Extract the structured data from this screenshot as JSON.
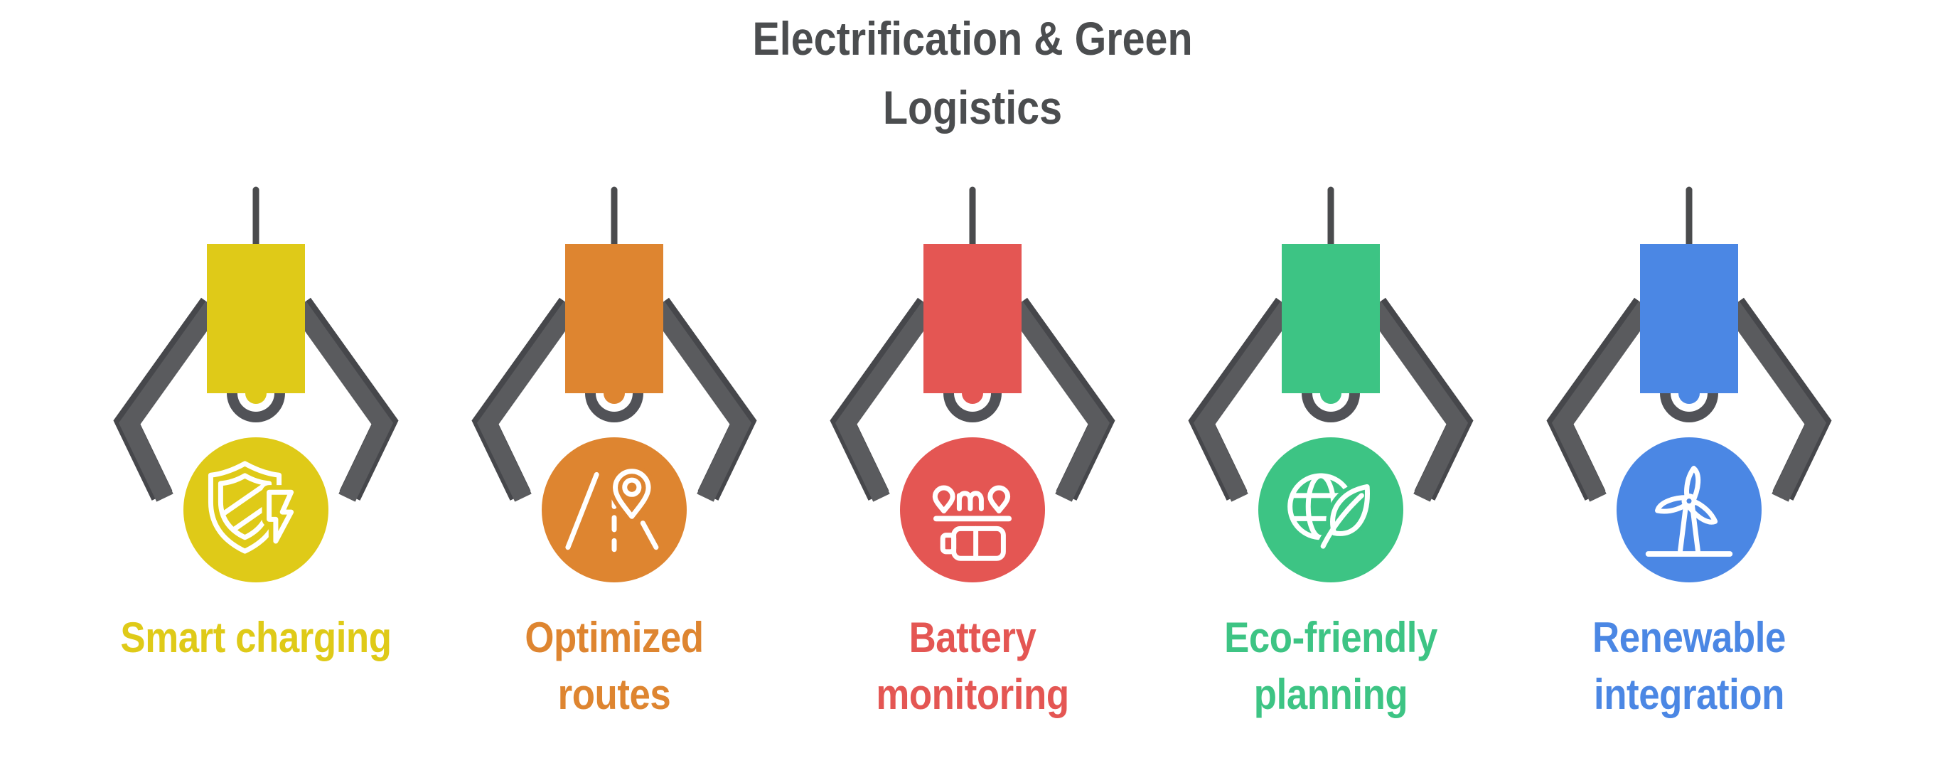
{
  "title": {
    "text": "Electrification & Green\nLogistics",
    "color": "#4B4D4F"
  },
  "claw": {
    "rod_color": "#4A4B4D",
    "arm_color": "#5A5B5E",
    "arm_shadow_color": "#46474B",
    "pulley_ring_color": "#515257",
    "icon_stroke": "#FFFFFF"
  },
  "machines": [
    {
      "label": "Smart charging",
      "color": "#DFCA18",
      "icon": "shield-lightning-icon"
    },
    {
      "label": "Optimized\nroutes",
      "color": "#DE8530",
      "icon": "road-location-pin-icon"
    },
    {
      "label": "Battery\nmonitoring",
      "color": "#E45653",
      "icon": "route-battery-icon"
    },
    {
      "label": "Eco-friendly\nplanning",
      "color": "#3DC484",
      "icon": "globe-leaf-icon"
    },
    {
      "label": "Renewable\nintegration",
      "color": "#4B87E4",
      "icon": "wind-turbine-icon"
    }
  ]
}
